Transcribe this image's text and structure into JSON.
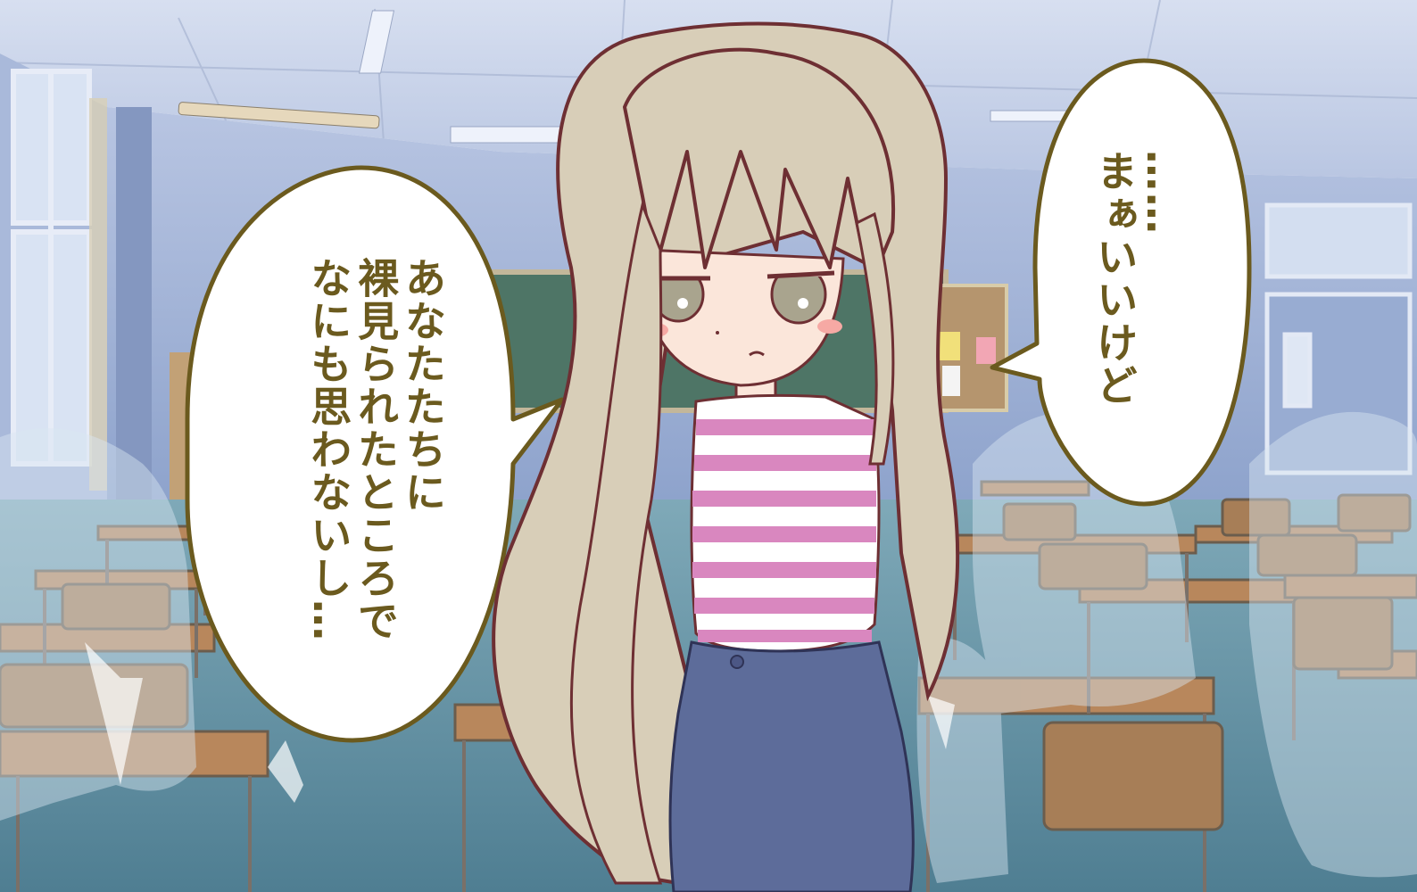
{
  "scene": {
    "colors": {
      "wall": "#9fb2d6",
      "ceiling": "#c9d4ea",
      "floor": "#5f8fa2",
      "desk_top": "#b58a5e",
      "hair": "#d8ceb8",
      "hair_outline": "#6e2f33",
      "shirt_stripe": "#d987bf",
      "jeans": "#5d6c9a",
      "bubble_outline": "#6b5a1e",
      "text": "#6b5a1e"
    }
  },
  "speech_left": {
    "lines": [
      "あなたたちに",
      "裸見られたところで",
      "なにも思わないし…"
    ]
  },
  "speech_right": {
    "lines": [
      "……",
      "まぁいいけど"
    ]
  }
}
